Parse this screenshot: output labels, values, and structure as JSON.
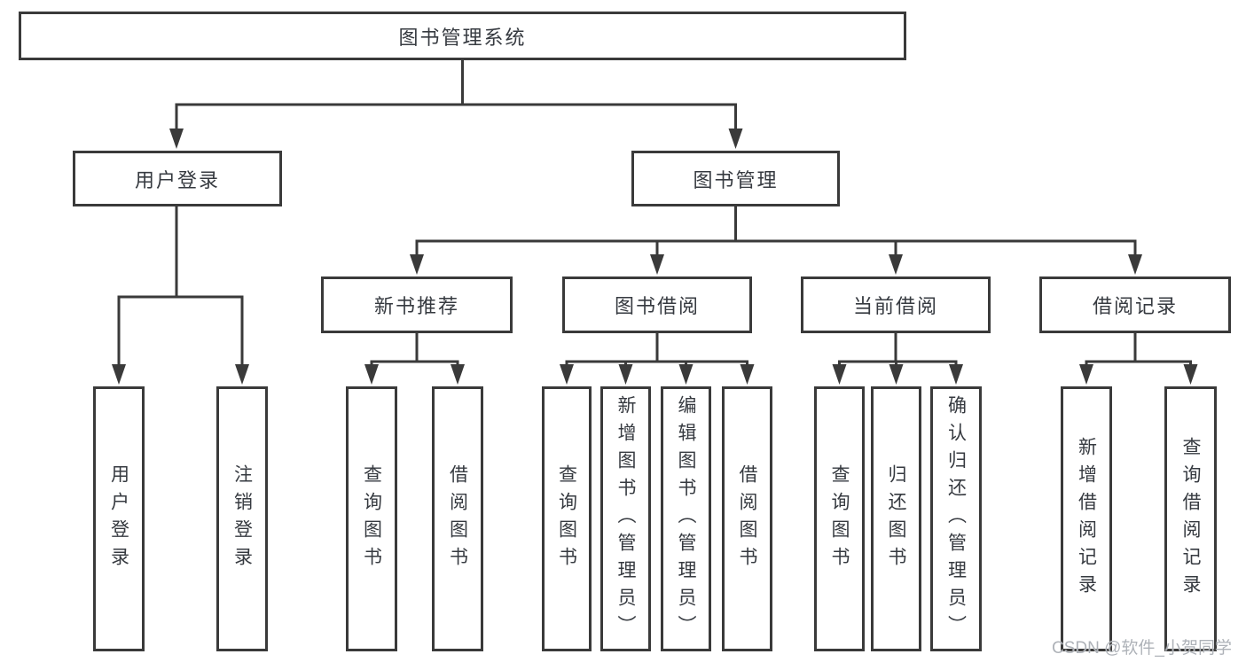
{
  "diagram": {
    "root": {
      "label": "图书管理系统"
    },
    "branches": [
      {
        "label": "用户登录",
        "leaves": [
          {
            "label": "用户登录"
          },
          {
            "label": "注销登录"
          }
        ]
      },
      {
        "label": "图书管理",
        "sections": [
          {
            "label": "新书推荐",
            "leaves": [
              {
                "label": "查询图书"
              },
              {
                "label": "借阅图书"
              }
            ]
          },
          {
            "label": "图书借阅",
            "leaves": [
              {
                "label": "查询图书"
              },
              {
                "label": "新增图书（管理员）"
              },
              {
                "label": "编辑图书（管理员）"
              },
              {
                "label": "借阅图书"
              }
            ]
          },
          {
            "label": "当前借阅",
            "leaves": [
              {
                "label": "查询图书"
              },
              {
                "label": "归还图书"
              },
              {
                "label": "确认归还（管理员）"
              }
            ]
          },
          {
            "label": "借阅记录",
            "leaves": [
              {
                "label": "新增借阅记录"
              },
              {
                "label": "查询借阅记录"
              }
            ]
          }
        ]
      }
    ]
  },
  "watermark": {
    "text": "CSDN @软件_小贺同学"
  },
  "colors": {
    "line": "#3a3a3a",
    "box_border": "#3a3a3a",
    "text": "#363a40",
    "background": "#ffffff",
    "watermark": "#aaaeb4"
  }
}
